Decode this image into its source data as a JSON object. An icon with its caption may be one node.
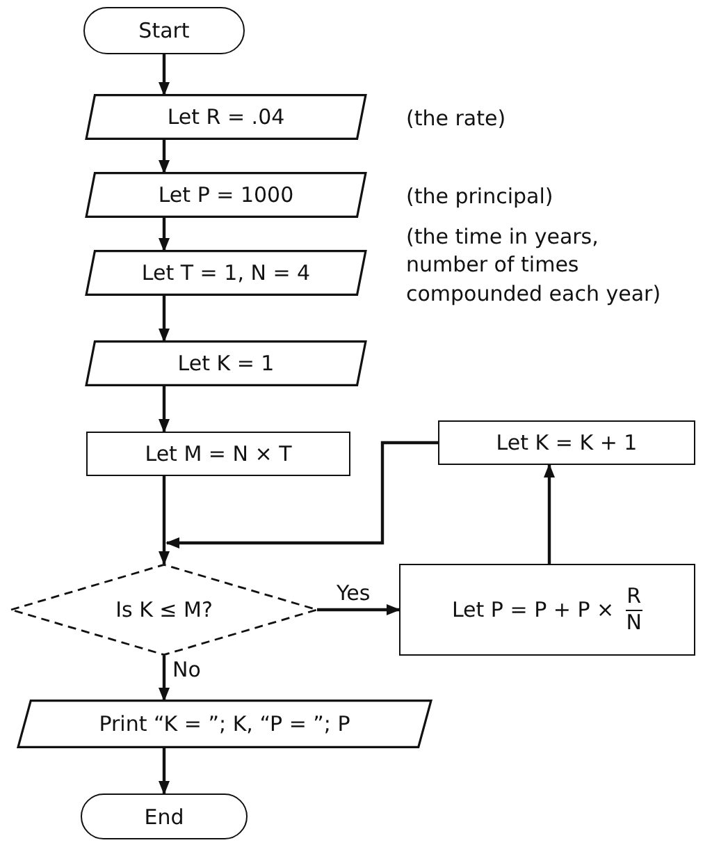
{
  "diagram": {
    "nodes": [
      {
        "text": [
          "Start"
        ]
      },
      {
        "text": [
          "Let R = .04"
        ],
        "beside": [
          "(the rate)"
        ]
      },
      {
        "text": [
          "Let P = 1000"
        ],
        "beside": [
          "(the principal)"
        ]
      },
      {
        "text": [
          "Let T = 1, N = 4"
        ],
        "beside": [
          "(the time in years, number of times compounded each year)"
        ]
      },
      {
        "text": [
          "Let K = 1"
        ]
      },
      {
        "text": [
          "Let M = N × T"
        ]
      },
      {
        "text": [
          "Is K ≤ M?"
        ]
      },
      {
        "text": [
          "Let P = P + P ×",
          "R",
          "N"
        ]
      },
      {
        "text": [
          "Let K = K + 1"
        ]
      },
      {
        "text": [
          "Print “K = ”; K, “P = ”; P"
        ]
      },
      {
        "text": [
          "End"
        ]
      }
    ],
    "edges": [
      {
        "from": 0,
        "to": 1,
        "arrow": "to"
      },
      {
        "from": 1,
        "to": 2,
        "arrow": "to"
      },
      {
        "from": 2,
        "to": 3,
        "arrow": "to"
      },
      {
        "from": 3,
        "to": 4,
        "arrow": "to"
      },
      {
        "from": 4,
        "to": 5,
        "arrow": "to"
      },
      {
        "from": 5,
        "to": 6,
        "arrow": "to"
      },
      {
        "from": 6,
        "to": 7,
        "arrow": "to",
        "label": "Yes"
      },
      {
        "from": 7,
        "to": 8,
        "arrow": "to"
      },
      {
        "from": 8,
        "to": 6,
        "arrow": "to"
      },
      {
        "from": 6,
        "to": 9,
        "arrow": "to",
        "label": "No"
      },
      {
        "from": 9,
        "to": 10,
        "arrow": "to"
      }
    ]
  }
}
